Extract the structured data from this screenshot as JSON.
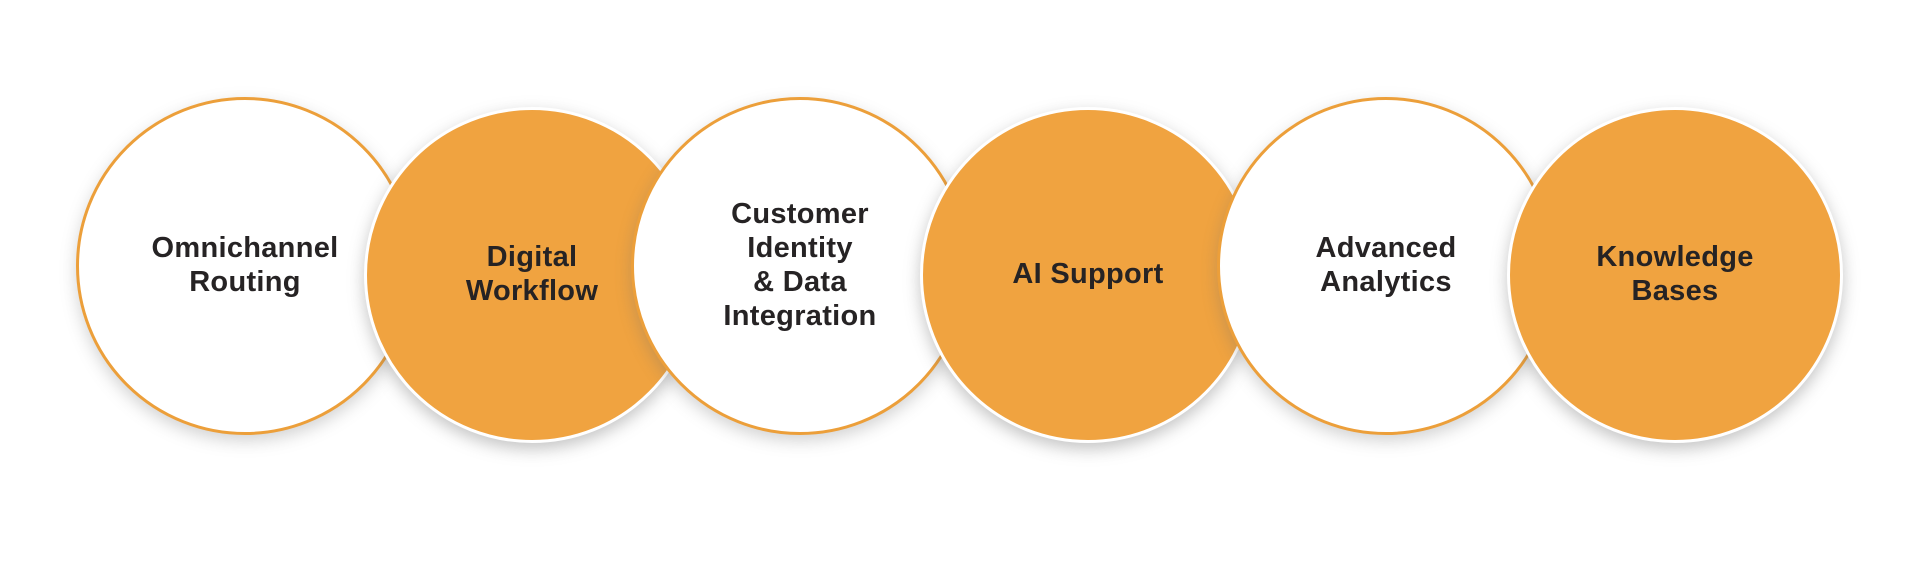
{
  "diagram": {
    "colors": {
      "background": "#ffffff",
      "accent_orange": "#F0A340",
      "border_orange": "#EC9F3A",
      "text_color": "#262324"
    },
    "circles": [
      {
        "label": "Omnichannel\nRouting",
        "style": "outline"
      },
      {
        "label": "Digital\nWorkflow",
        "style": "filled"
      },
      {
        "label": "Customer\nIdentity\n& Data\nIntegration",
        "style": "outline"
      },
      {
        "label": "AI Support",
        "style": "filled"
      },
      {
        "label": "Advanced\nAnalytics",
        "style": "outline"
      },
      {
        "label": "Knowledge\nBases",
        "style": "filled"
      }
    ]
  }
}
